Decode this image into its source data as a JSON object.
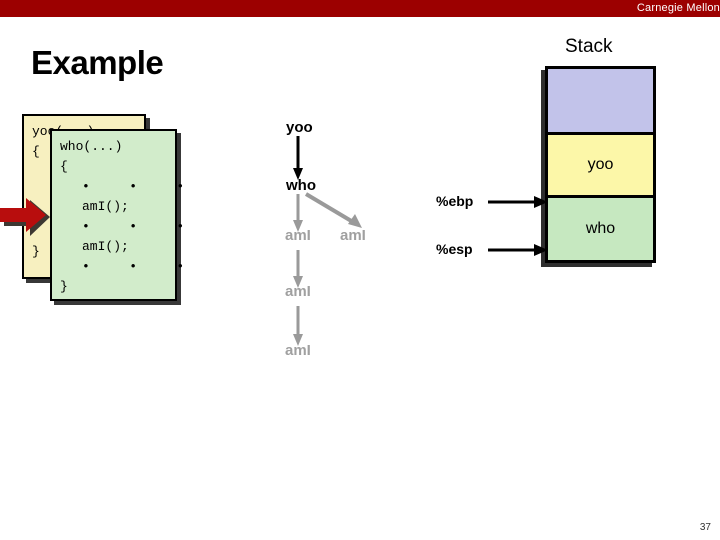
{
  "header": {
    "brand": "Carnegie Mellon",
    "bar_color": "#9c0000"
  },
  "slide": {
    "title": "Example",
    "page_number": "37"
  },
  "code_cards": [
    {
      "name": "yoo",
      "color": "#f7f0c0",
      "lines": [
        "yoo(...)",
        "{",
        "",
        "",
        "",
        "",
        "}"
      ],
      "signature": "yoo(...)",
      "open_brace": "{",
      "close_brace": "}"
    },
    {
      "name": "who",
      "color": "#d2eccb",
      "signature": "who(...)",
      "open_brace": "{",
      "dots_1": "•   •   •",
      "call_1": "amI();",
      "dots_2": "•   •   •",
      "call_2": "amI();",
      "dots_3": "•   •   •",
      "close_brace": "}"
    }
  ],
  "execution_pointer": {
    "icon": "red-right-arrow",
    "color": "#b80d0d"
  },
  "call_tree": {
    "nodes": [
      {
        "id": "yoo",
        "label": "yoo",
        "state": "active"
      },
      {
        "id": "who",
        "label": "who",
        "state": "active"
      },
      {
        "id": "ami-1",
        "label": "amI",
        "state": "dim"
      },
      {
        "id": "ami-2",
        "label": "amI",
        "state": "dim"
      },
      {
        "id": "ami-3",
        "label": "amI",
        "state": "dim"
      },
      {
        "id": "ami-4",
        "label": "amI",
        "state": "dim"
      }
    ],
    "active_color": "#000000",
    "dim_color": "#a0a0a0"
  },
  "stack": {
    "title": "Stack",
    "frames": [
      {
        "id": "free",
        "label": "",
        "color": "#c2c3ea"
      },
      {
        "id": "yoo",
        "label": "yoo",
        "color": "#fcf7a8"
      },
      {
        "id": "who",
        "label": "who",
        "color": "#c6e8c0"
      }
    ],
    "registers": [
      {
        "id": "ebp",
        "label": "%ebp",
        "points_to": "yoo/who boundary"
      },
      {
        "id": "esp",
        "label": "%esp",
        "points_to": "bottom of who frame"
      }
    ]
  }
}
